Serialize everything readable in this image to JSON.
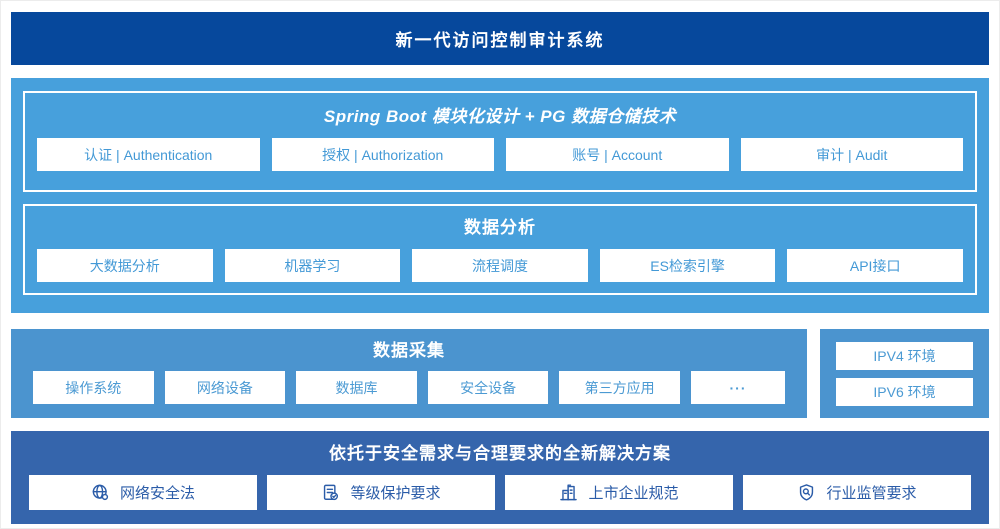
{
  "banner": {
    "title": "新一代访问控制审计系统"
  },
  "platform": {
    "modules": {
      "title": "Spring Boot 模块化设计 + PG 数据仓储技术",
      "items": [
        "认证 | Authentication",
        "授权 | Authorization",
        "账号 | Account",
        "审计 | Audit"
      ]
    },
    "analysis": {
      "title": "数据分析",
      "items": [
        "大数据分析",
        "机器学习",
        "流程调度",
        "ES检索引擎",
        "API接口"
      ]
    }
  },
  "collection": {
    "title": "数据采集",
    "items": [
      "操作系统",
      "网络设备",
      "数据库",
      "安全设备",
      "第三方应用",
      "···"
    ]
  },
  "environments": {
    "items": [
      "IPV4 环境",
      "IPV6 环境"
    ]
  },
  "solution": {
    "title": "依托于安全需求与合理要求的全新解决方案",
    "items": [
      {
        "icon": "globe-icon",
        "label": "网络安全法"
      },
      {
        "icon": "document-check-icon",
        "label": "等级保护要求"
      },
      {
        "icon": "building-icon",
        "label": "上市企业规范"
      },
      {
        "icon": "shield-search-icon",
        "label": "行业监管要求"
      }
    ]
  },
  "colors": {
    "banner_bg": "#06489c",
    "platform_bg": "#47a0dc",
    "collection_bg": "#4b94cf",
    "solution_bg": "#3565ac",
    "box_text_blue": "#4399d6",
    "solution_text_blue": "#2b5ca8",
    "box_bg": "#ffffff"
  }
}
